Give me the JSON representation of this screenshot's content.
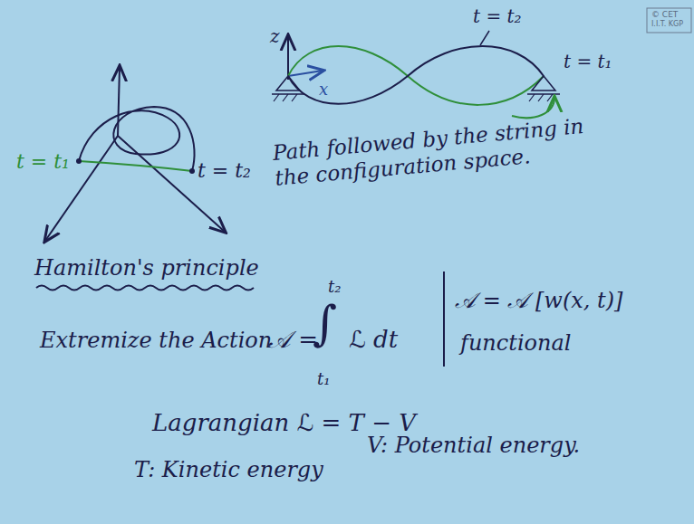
{
  "diagram": {
    "labels": [
      "© CET",
      "I.I.T. KGP",
      "t = t₁",
      "t = t₂",
      "z",
      "x",
      "t = t₂",
      "t = t₁",
      "Path followed by the string in the configuration space.",
      "Hamilton's principle",
      "Extremize the Action",
      "𝒜 =",
      "t₂",
      "∫",
      "ℒ dt",
      "t₁",
      "𝒜 = 𝒜 [w(x, t)]",
      "functional",
      "Lagrangian ℒ = T − V",
      "T: Kinetic energy",
      "V: Potential energy."
    ]
  }
}
